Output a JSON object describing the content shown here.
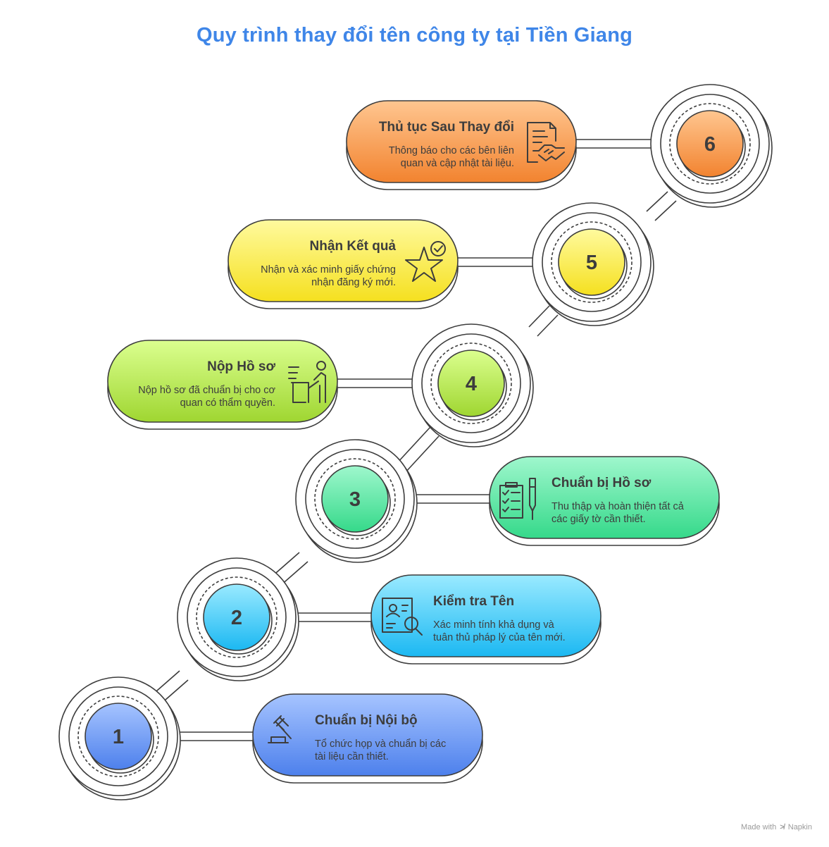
{
  "title": "Quy trình thay đổi tên công ty tại Tiền Giang",
  "steps": [
    {
      "number": "1",
      "title": "Chuẩn bị Nội bộ",
      "desc_lines": [
        "Tổ chức họp và chuẩn bị các",
        "tài liệu cần thiết."
      ],
      "icon": "gavel-icon",
      "color": "#5b8ff0"
    },
    {
      "number": "2",
      "title": "Kiểm tra Tên",
      "desc_lines": [
        "Xác minh tính khả dụng và",
        "tuân thủ pháp lý của tên mới."
      ],
      "icon": "id-card-search-icon",
      "color": "#34c3f4"
    },
    {
      "number": "3",
      "title": "Chuẩn bị Hồ sơ",
      "desc_lines": [
        "Thu thập và hoàn thiện tất cả",
        "các giấy tờ cần thiết."
      ],
      "icon": "checklist-pen-icon",
      "color": "#42df93"
    },
    {
      "number": "4",
      "title": "Nộp Hồ sơ",
      "desc_lines": [
        "Nộp hồ sơ đã chuẩn bị cho cơ",
        "quan có thẩm quyền."
      ],
      "icon": "person-desk-icon",
      "color": "#a8dc3c"
    },
    {
      "number": "5",
      "title": "Nhận Kết quả",
      "desc_lines": [
        "Nhận và xác minh giấy chứng",
        "nhận đăng ký mới."
      ],
      "icon": "star-check-icon",
      "color": "#f9e534"
    },
    {
      "number": "6",
      "title": "Thủ tục Sau Thay đổi",
      "desc_lines": [
        "Thông báo cho các bên liên",
        "quan và cập nhật tài liệu."
      ],
      "icon": "document-handshake-icon",
      "color": "#f58c42"
    }
  ],
  "footer": {
    "made_with": "Made with",
    "brand": "Napkin"
  }
}
